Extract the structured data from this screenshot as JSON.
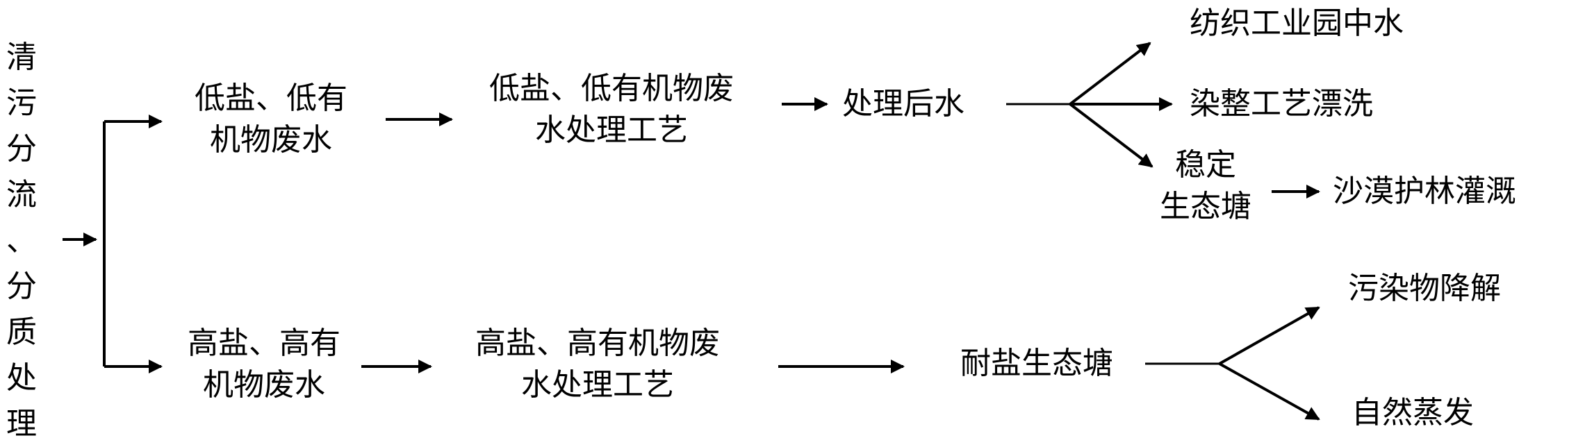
{
  "vertical_title": [
    "清",
    "污",
    "分",
    "流",
    "、",
    "分",
    "质",
    "处",
    "理"
  ],
  "nodes": {
    "low_wastewater": [
      "低盐、低有",
      "机物废水"
    ],
    "low_process": [
      "低盐、低有机物废",
      "水处理工艺"
    ],
    "treated_water": "处理后水",
    "textile_reuse": "纺织工业园中水",
    "dyeing_rinse": "染整工艺漂洗",
    "stable_pond": [
      "稳定",
      "生态塘"
    ],
    "desert_irrigation": "沙漠护林灌溉",
    "high_wastewater": [
      "高盐、高有",
      "机物废水"
    ],
    "high_process": [
      "高盐、高有机物废",
      "水处理工艺"
    ],
    "salt_pond": "耐盐生态塘",
    "pollutant_degradation": "污染物降解",
    "natural_evaporation": "自然蒸发"
  },
  "colors": {
    "ink": "#000000",
    "background": "#ffffff"
  }
}
